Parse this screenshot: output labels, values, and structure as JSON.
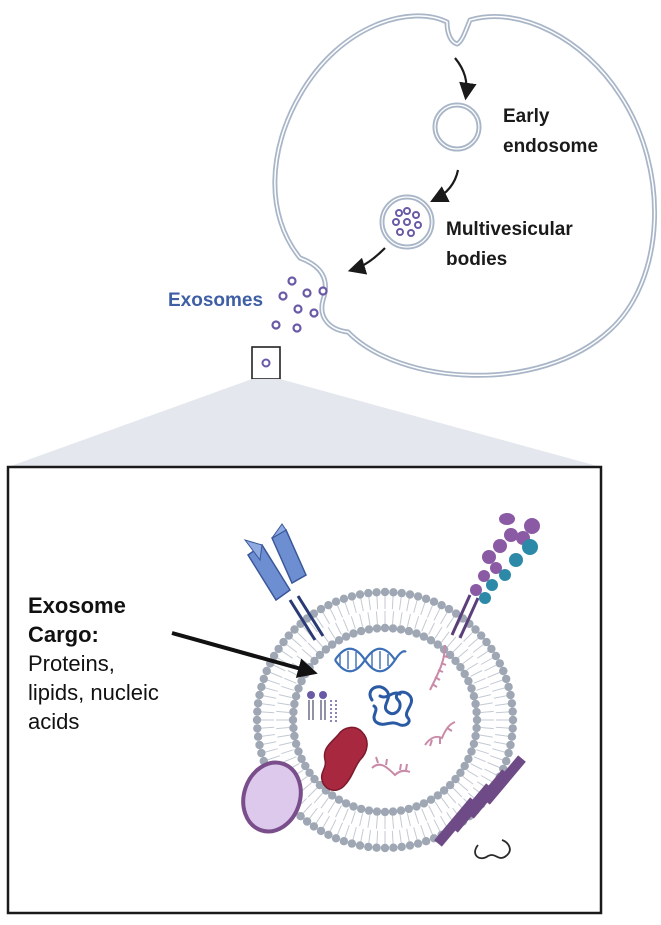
{
  "labels": {
    "early_endosome_line1": "Early",
    "early_endosome_line2": "endosome",
    "mvb_line1": "Multivesicular",
    "mvb_line2": "bodies",
    "exosomes": "Exosomes"
  },
  "cargo": {
    "title_line1": "Exosome",
    "title_line2": "Cargo:",
    "body_line1": "Proteins,",
    "body_line2": "lipids, nucleic",
    "body_line3": "acids"
  },
  "colors": {
    "membrane": "#a9b6c8",
    "exosome_label": "#3e5fa3",
    "vesicle": "#6a5aa6",
    "receptor_blue": "#6d8fd1",
    "protein_purple": "#8a5aa5",
    "protein_teal": "#2c8aa8",
    "dna_blue": "#3d6fb6",
    "rna_pink": "#c98aa8",
    "red_protein": "#a8283f",
    "lipid_head": "#9ea7b3",
    "vesicle_lilac": "#dcc9ec",
    "channel_purple": "#6e4a86"
  }
}
